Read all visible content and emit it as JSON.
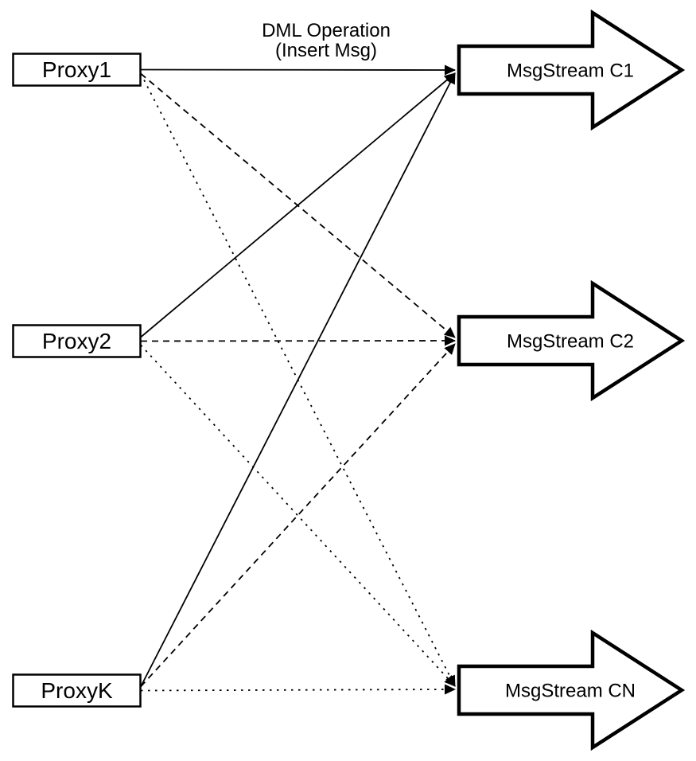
{
  "canvas": {
    "background_color": "#ffffff",
    "stroke_color": "#000000",
    "fill_color": "#ffffff"
  },
  "annotation": {
    "line1": "DML Operation",
    "line2": "(Insert Msg)"
  },
  "proxies": [
    {
      "id": "proxy1",
      "label": "Proxy1"
    },
    {
      "id": "proxy2",
      "label": "Proxy2"
    },
    {
      "id": "proxyk",
      "label": "ProxyK"
    }
  ],
  "streams": [
    {
      "id": "c1",
      "label": "MsgStream C1"
    },
    {
      "id": "c2",
      "label": "MsgStream C2"
    },
    {
      "id": "cn",
      "label": "MsgStream CN"
    }
  ],
  "edges": [
    {
      "from": "proxy1",
      "to": "c1",
      "style": "solid"
    },
    {
      "from": "proxy1",
      "to": "c2",
      "style": "dashed"
    },
    {
      "from": "proxy1",
      "to": "cn",
      "style": "dotted"
    },
    {
      "from": "proxy2",
      "to": "c1",
      "style": "solid"
    },
    {
      "from": "proxy2",
      "to": "c2",
      "style": "dashed"
    },
    {
      "from": "proxy2",
      "to": "cn",
      "style": "dotted"
    },
    {
      "from": "proxyk",
      "to": "c1",
      "style": "solid"
    },
    {
      "from": "proxyk",
      "to": "c2",
      "style": "dashed"
    },
    {
      "from": "proxyk",
      "to": "cn",
      "style": "dotted"
    }
  ]
}
